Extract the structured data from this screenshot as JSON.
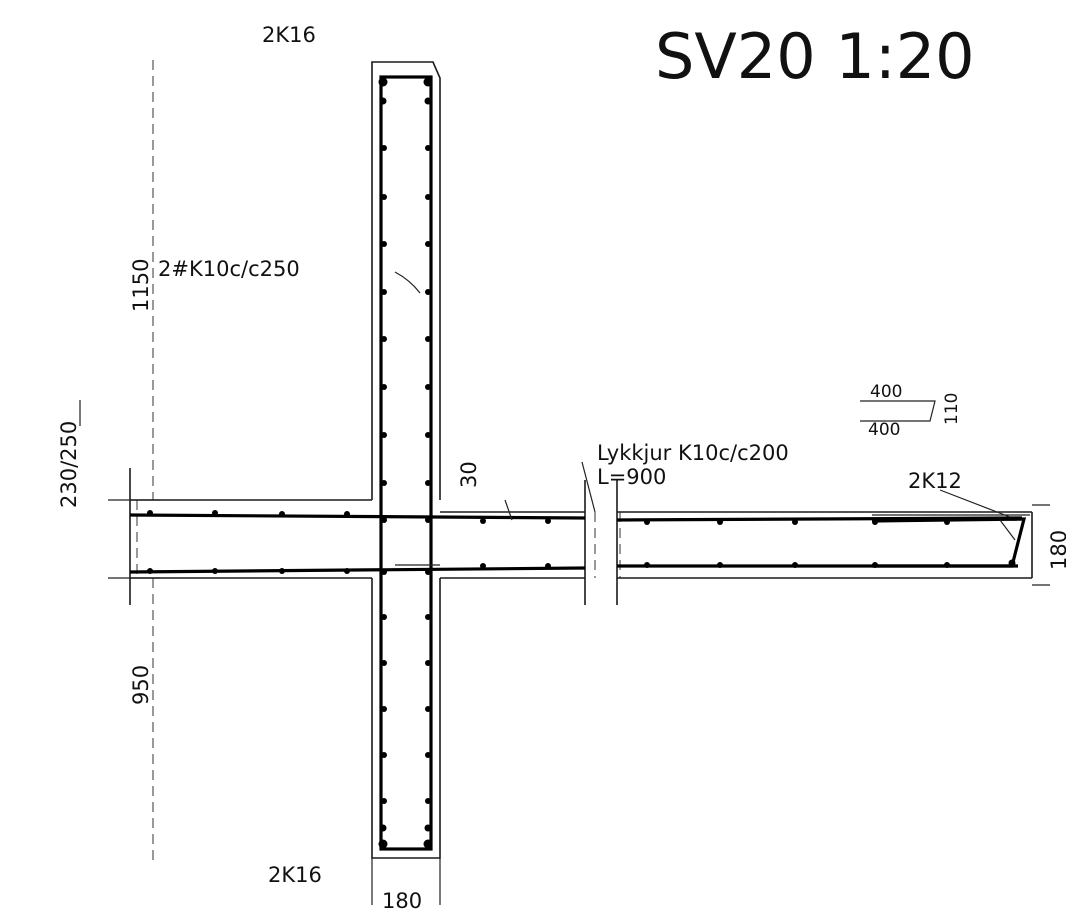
{
  "title": "SV20 1:20",
  "labels": {
    "bar_top": "2K16",
    "bar_bottom": "2K16",
    "mesh": "2#K10c/c250",
    "lykkjur_line1": "Lykkjur K10c/c200",
    "lykkjur_line2": "L=900",
    "bar_right": "2K12"
  },
  "dimensions": {
    "upper_height": "1150",
    "lower_height": "950",
    "slab_thickness_left": "230/250",
    "cover": "30",
    "wall_width": "180",
    "slab_thickness_right": "180",
    "hook_top": "400",
    "hook_bottom": "400",
    "hook_depth": "110"
  },
  "colors": {
    "line": "#000000",
    "background": "#ffffff"
  }
}
